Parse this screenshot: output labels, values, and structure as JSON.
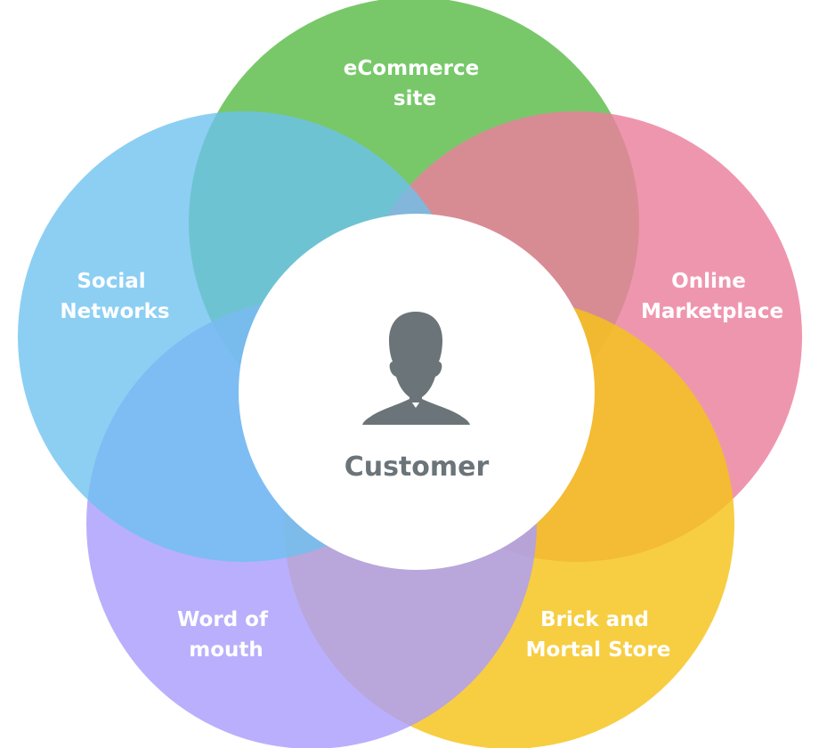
{
  "center": {
    "label": "Customer",
    "icon": "person-icon",
    "text_color": "#6b7478",
    "icon_color": "#6b7478",
    "fill": "#ffffff"
  },
  "channels": [
    {
      "id": "ecommerce",
      "lines": [
        "eCommerce",
        "site"
      ],
      "color": "#6dc35d"
    },
    {
      "id": "online-marketplace",
      "lines": [
        "Online",
        "Marketplace"
      ],
      "color": "#ec7f9d"
    },
    {
      "id": "brick-and-mortal-store",
      "lines": [
        "Brick and",
        "Mortal Store"
      ],
      "color": "#f5c319"
    },
    {
      "id": "word-of-mouth",
      "lines": [
        "Word of",
        "mouth"
      ],
      "color": "#ab9efb"
    },
    {
      "id": "social-networks",
      "lines": [
        "Social",
        "Networks"
      ],
      "color": "#6cc1f0"
    }
  ]
}
